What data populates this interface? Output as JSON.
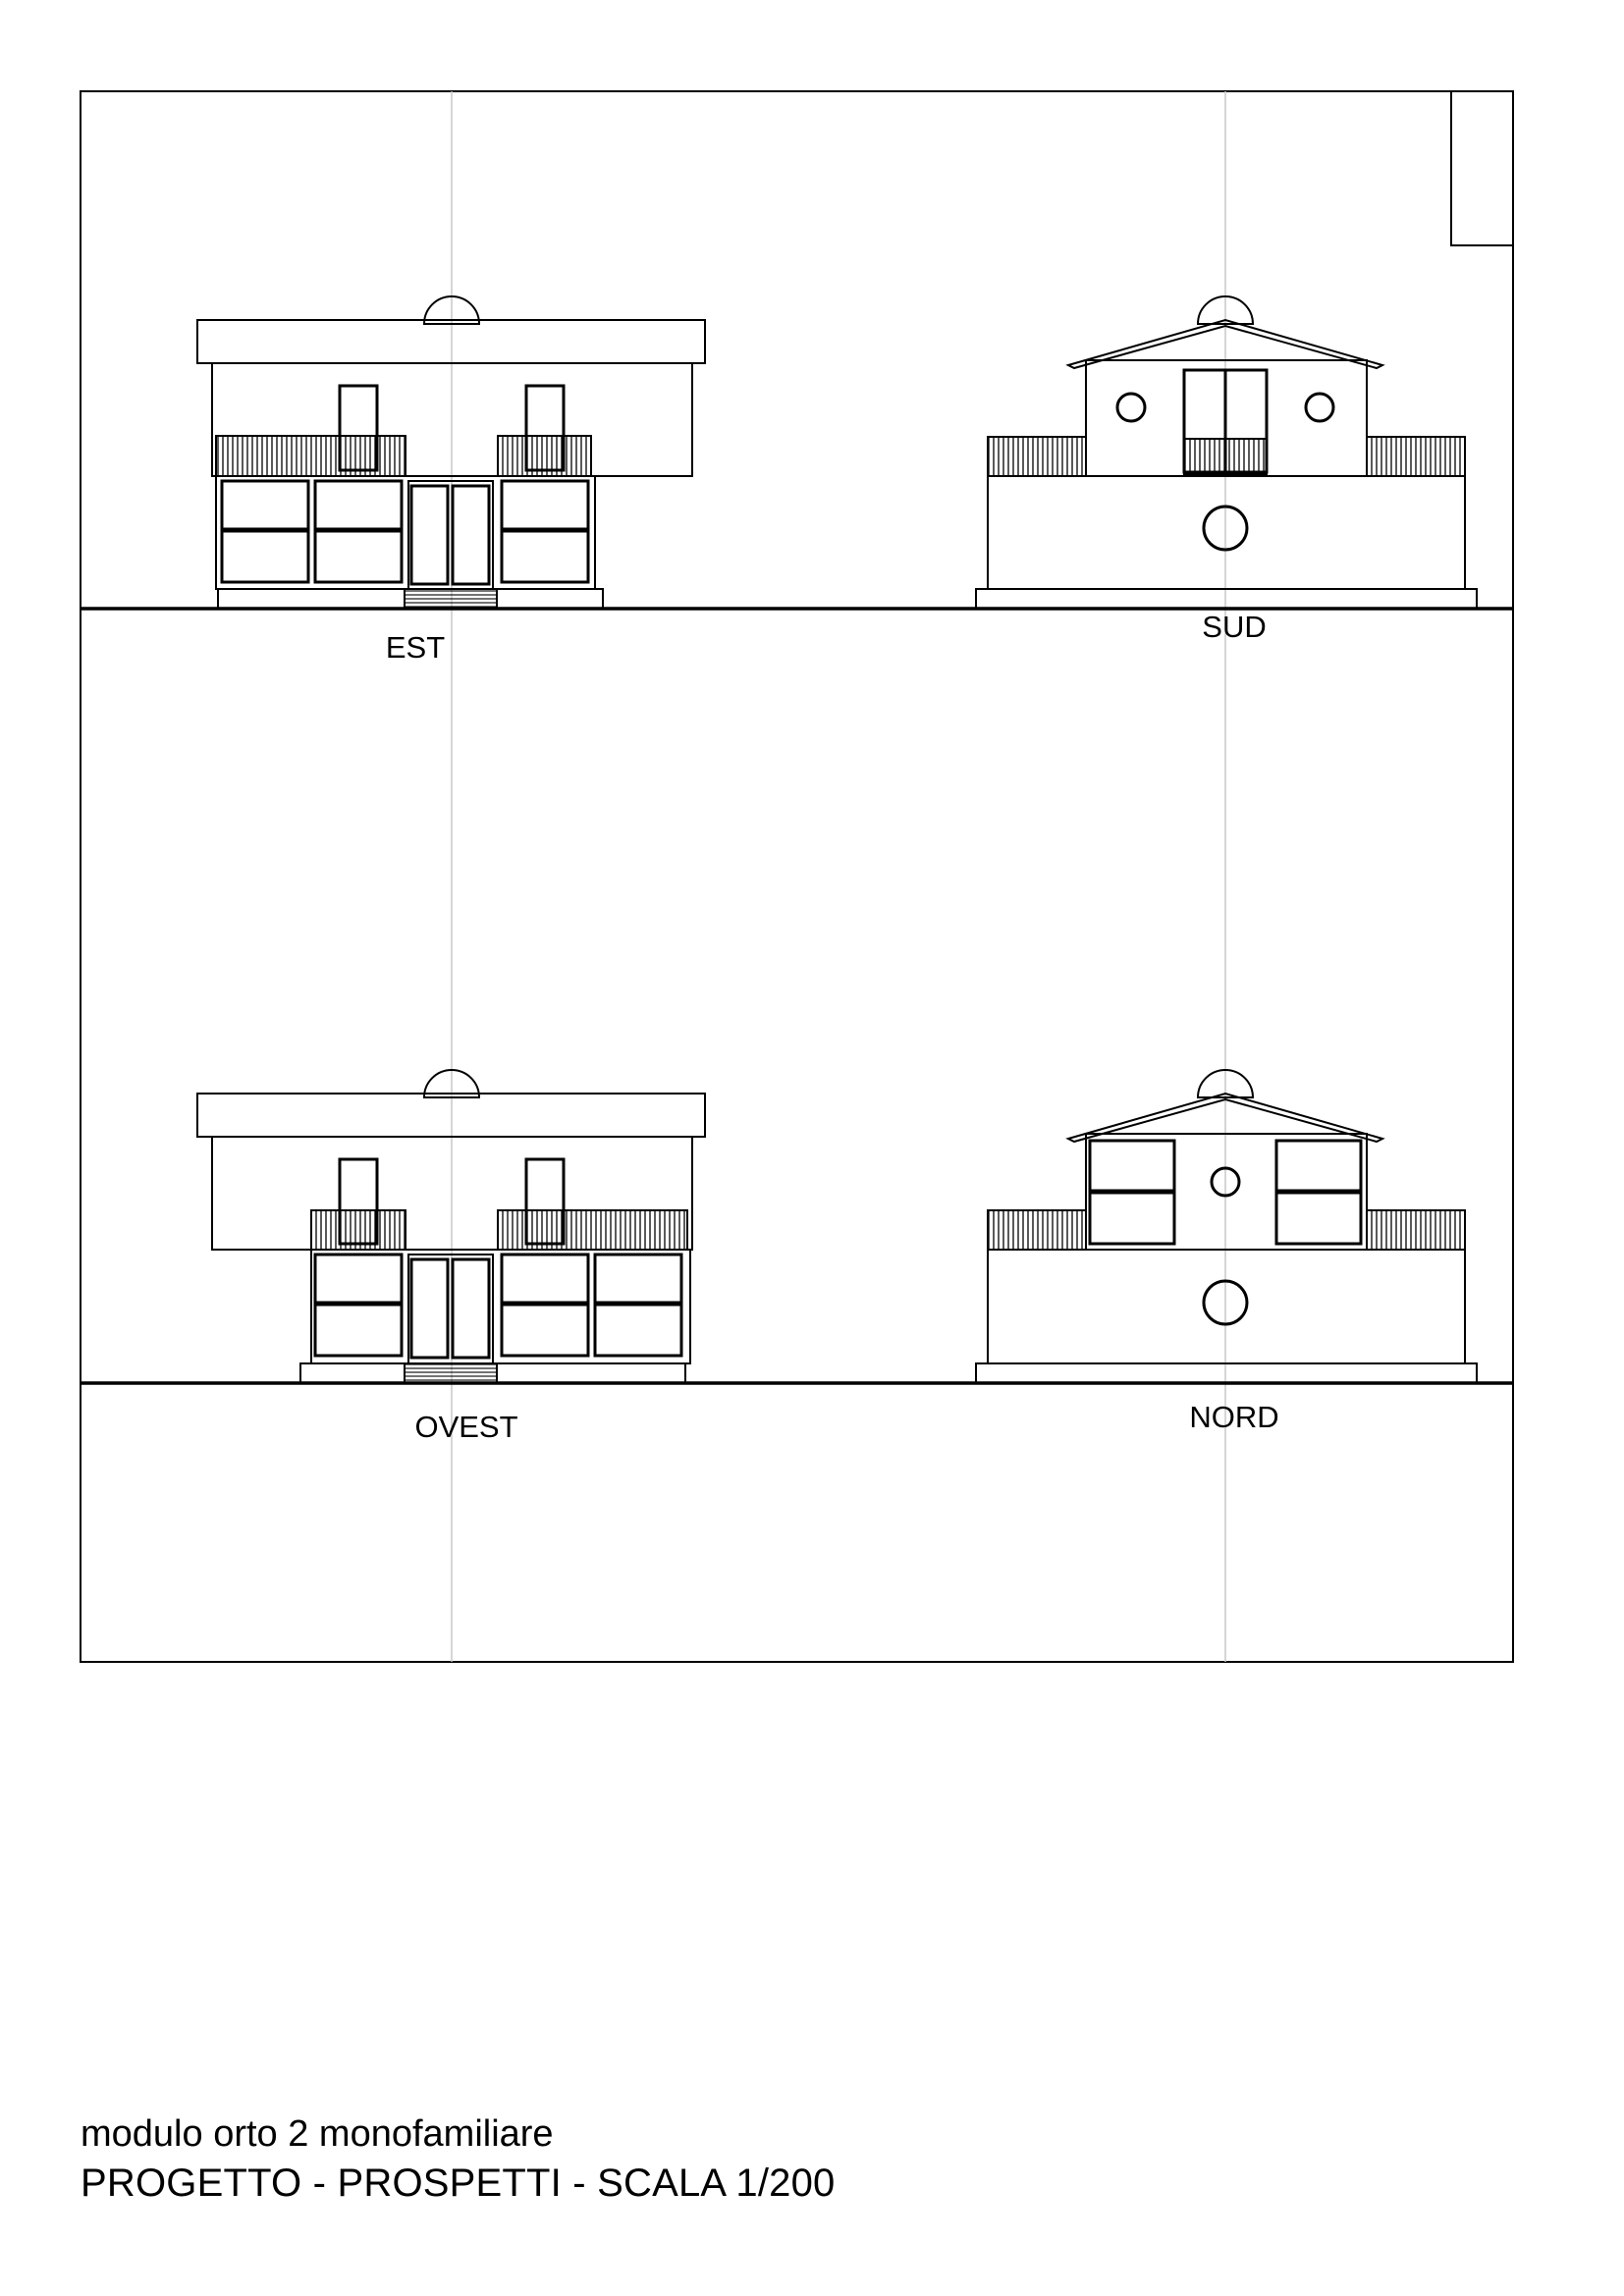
{
  "drawing": {
    "elevations": [
      {
        "label": "EST"
      },
      {
        "label": "SUD"
      },
      {
        "label": "OVEST"
      },
      {
        "label": "NORD"
      }
    ]
  },
  "title_block": {
    "line1": "modulo orto 2 monofamiliare",
    "line2": "PROGETTO -  PROSPETTI - SCALA 1/200"
  },
  "colors": {
    "line": "#000000",
    "axis": "#c8c8c8",
    "background": "#ffffff"
  }
}
